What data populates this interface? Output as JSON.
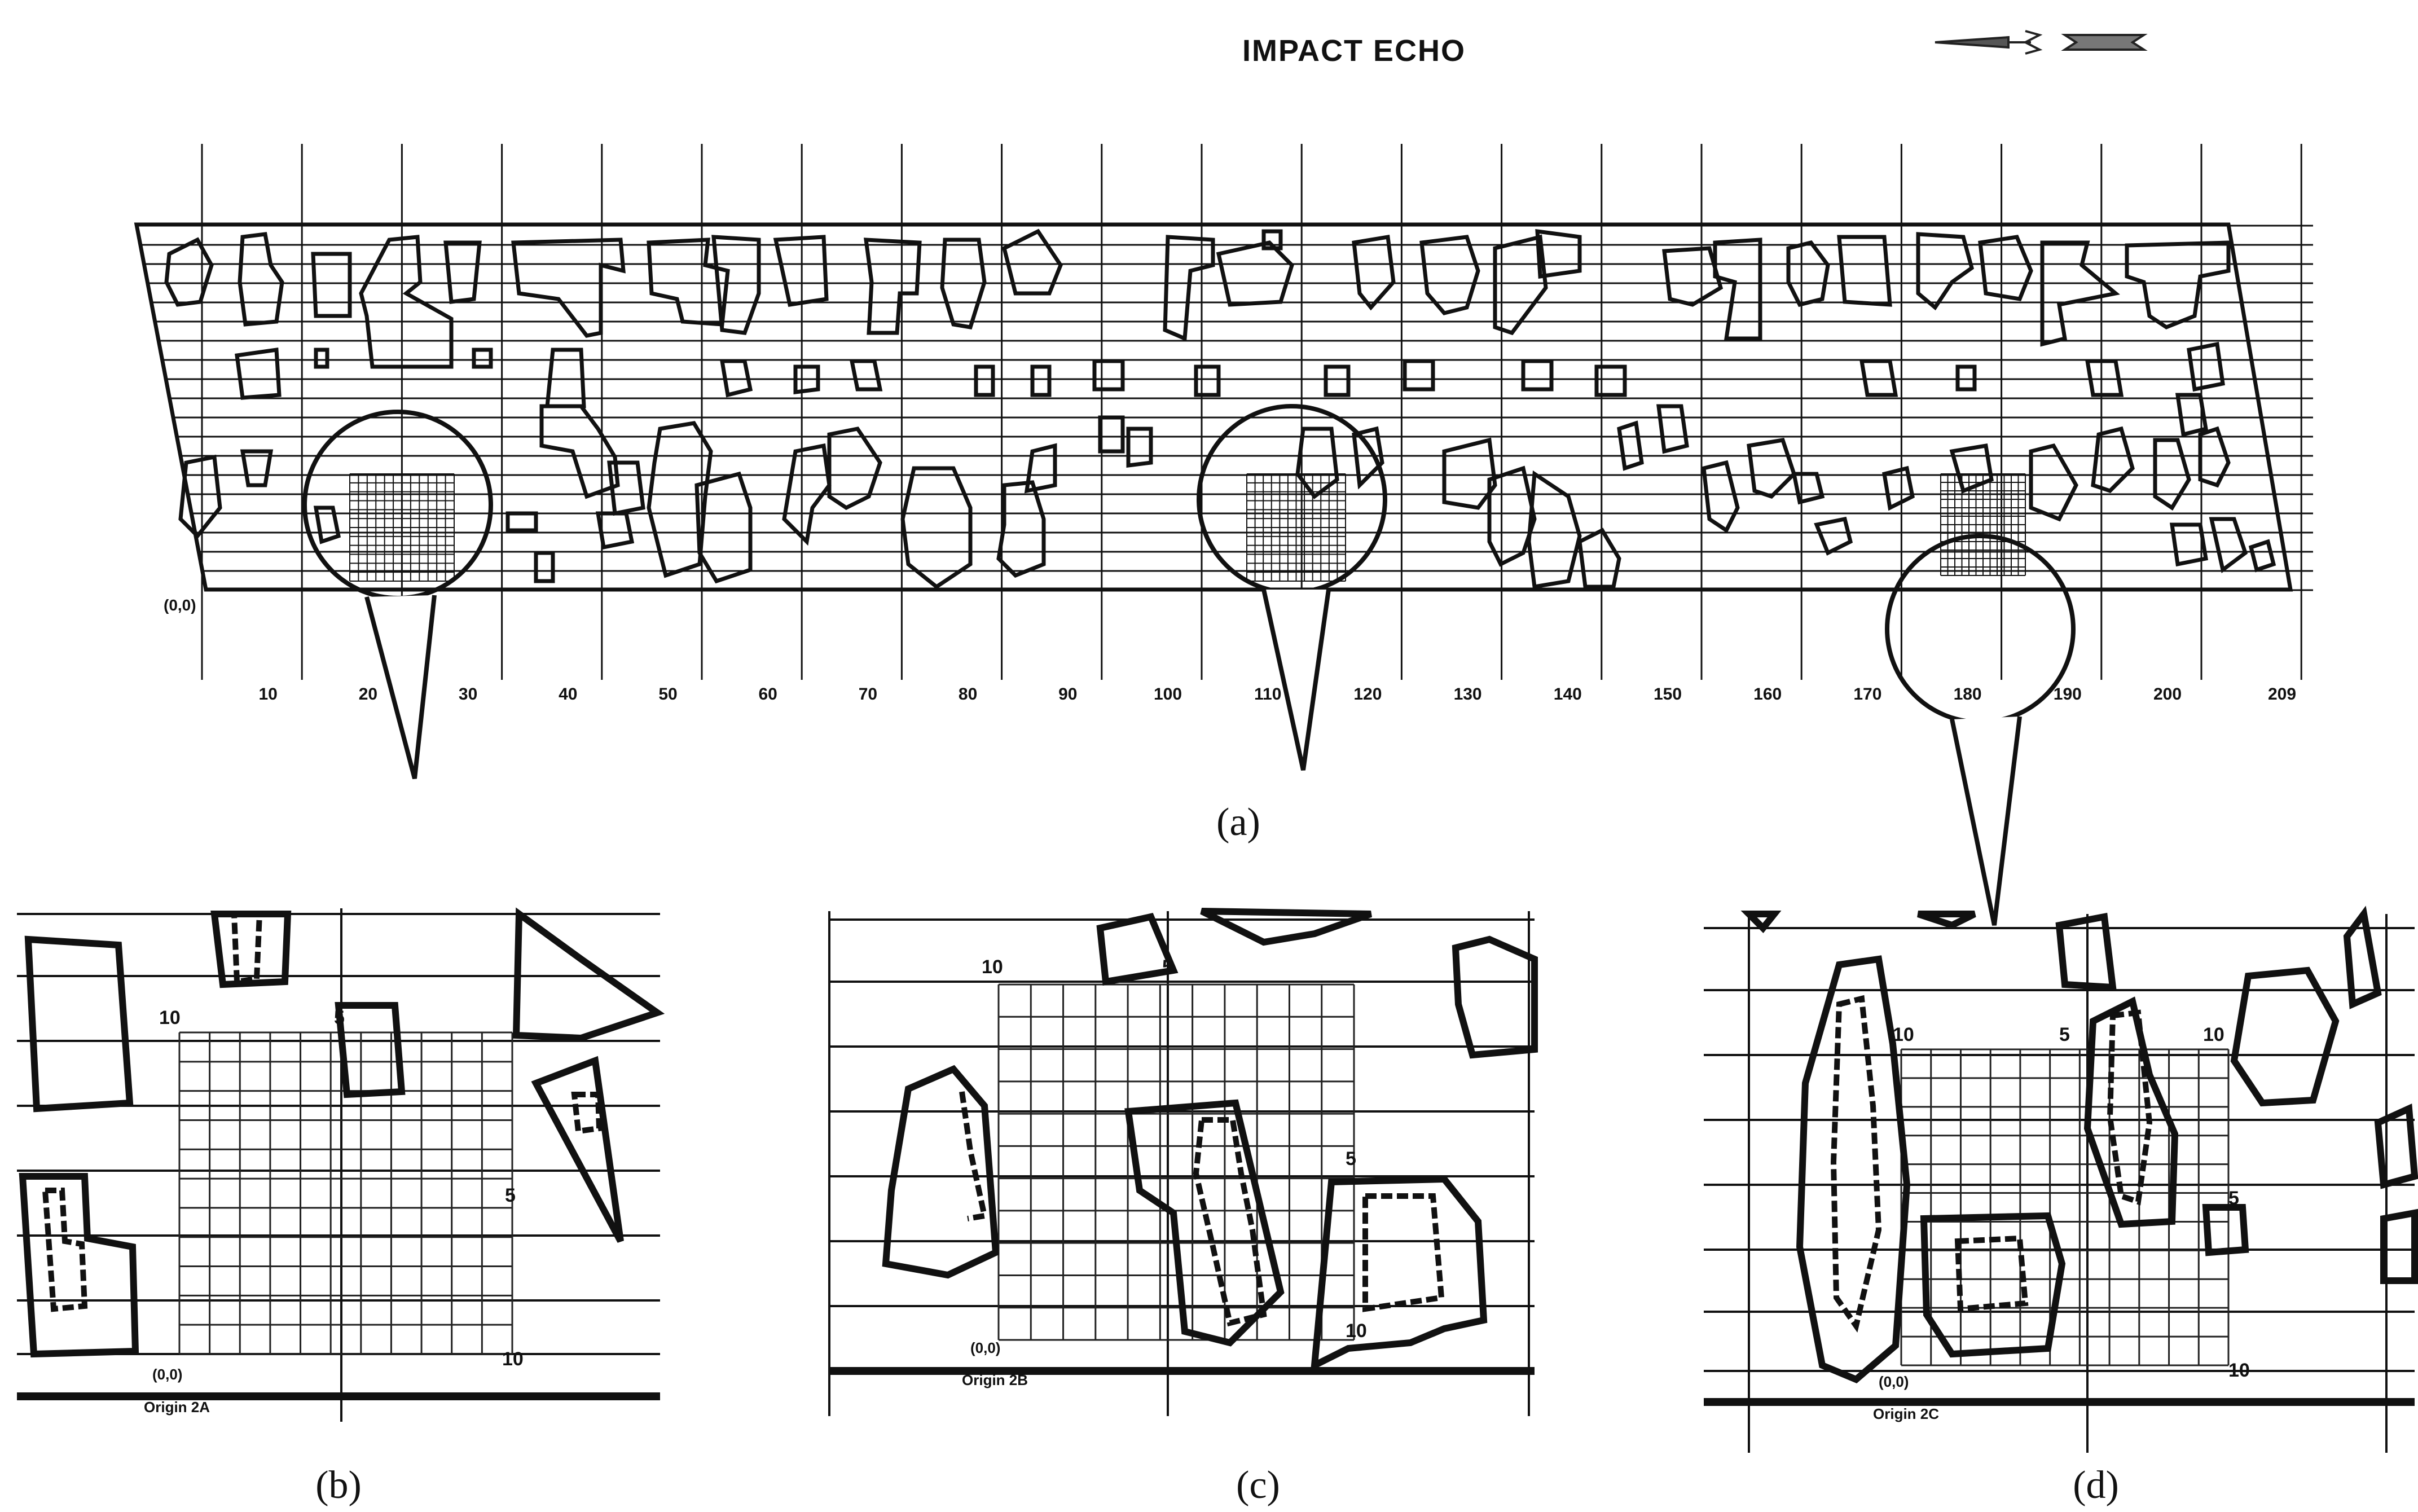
{
  "title": "IMPACT ECHO",
  "origin_label": "(0,0)",
  "x_ticks": [
    "10",
    "20",
    "30",
    "40",
    "50",
    "60",
    "70",
    "80",
    "90",
    "100",
    "110",
    "120",
    "130",
    "140",
    "150",
    "160",
    "170",
    "180",
    "190",
    "200",
    "209"
  ],
  "captions": {
    "a": "(a)",
    "b": "(b)",
    "c": "(c)",
    "d": "(d)"
  },
  "panel_b": {
    "top_label": "10",
    "right_label": "5",
    "bottom_label": "10",
    "mid_label": "5",
    "origin_label": "(0,0)",
    "origin_name": "Origin 2A"
  },
  "panel_c": {
    "top_label": "10",
    "right_label": "5",
    "bottom_label": "10",
    "mid_label": "5",
    "origin_label": "(0,0)",
    "origin_name": "Origin 2B"
  },
  "panel_d": {
    "top_label": "10",
    "right_label": "5",
    "bottom_label": "10",
    "mid_label": "5",
    "origin_label": "(0,0)",
    "origin_name": "Origin 2C"
  }
}
